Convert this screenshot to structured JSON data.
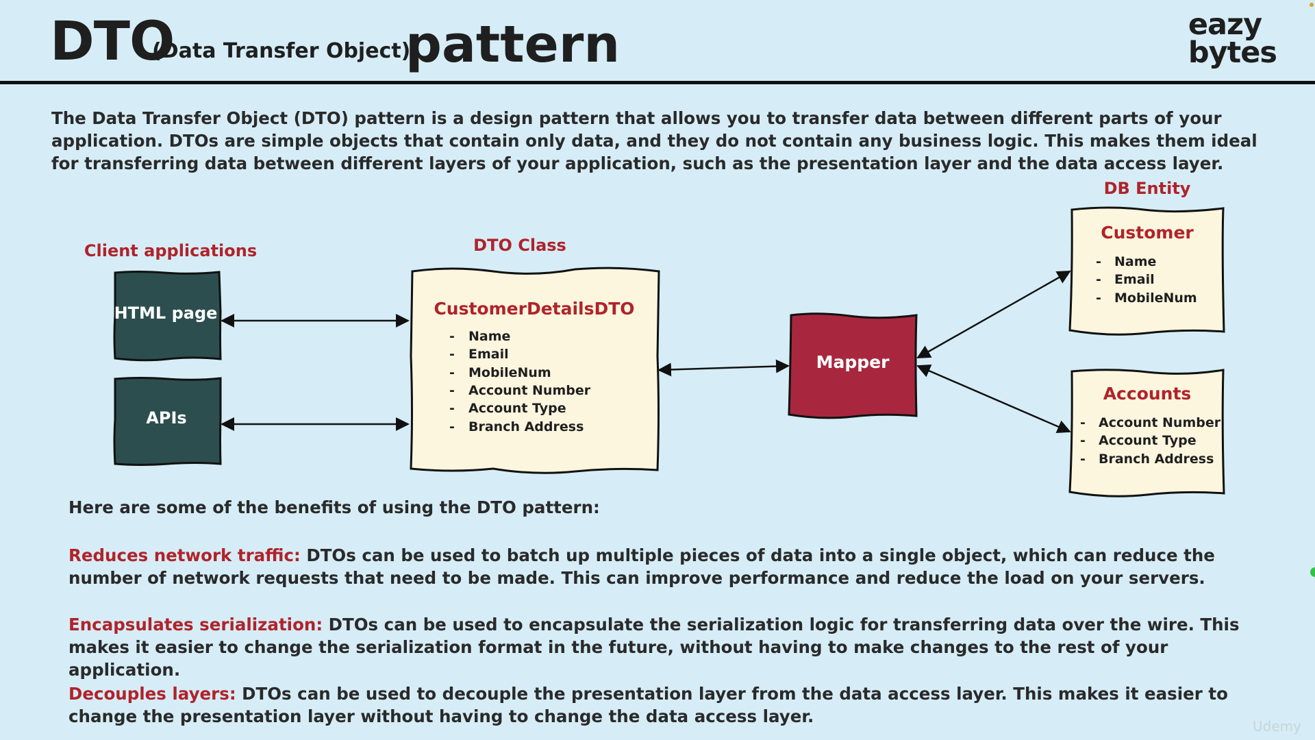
{
  "header": {
    "title_main": "DTO",
    "title_sub": "(Data Transfer Object)",
    "title_end": "pattern",
    "logo_line1": "eazy",
    "logo_line2": "bytes"
  },
  "intro": "The Data Transfer Object (DTO) pattern is a design pattern that allows you to transfer data between different parts of your application. DTOs are simple objects that contain only data, and they do not contain any business logic. This makes them ideal for transferring data between different layers of your application, such as the presentation layer and the data access layer.",
  "diagram": {
    "client_label": "Client applications",
    "html_page": "HTML page",
    "apis": "APIs",
    "dto_label": "DTO Class",
    "dto_title": "CustomerDetailsDTO",
    "dto_fields": [
      "Name",
      "Email",
      "MobileNum",
      "Account Number",
      "Account Type",
      "Branch Address"
    ],
    "mapper": "Mapper",
    "entity_label": "DB Entity",
    "customer_title": "Customer",
    "customer_fields": [
      "Name",
      "Email",
      "MobileNum"
    ],
    "accounts_title": "Accounts",
    "accounts_fields": [
      "Account Number",
      "Account Type",
      "Branch Address"
    ],
    "bullet": "-"
  },
  "benefits": {
    "intro": "Here are some of the benefits of using the DTO pattern:",
    "items": [
      {
        "heading": "Reduces network traffic:",
        "text": " DTOs can be used to batch up multiple pieces of data into a single object, which can reduce the number of network requests that need to be made. This can improve performance and reduce the load on your servers."
      },
      {
        "heading": "Encapsulates serialization:",
        "text": " DTOs can be used to encapsulate the serialization logic for transferring data over the wire. This makes it easier to change the serialization format in the future, without having to make changes to the rest of your application."
      },
      {
        "heading": "Decouples layers:",
        "text": " DTOs can be used to decouple the presentation layer from the data access layer. This makes it easier to change the presentation layer without having to change the data access layer."
      }
    ]
  },
  "watermark": "Udemy",
  "colors": {
    "background": "#d6edf7",
    "accent_red": "#b0232a",
    "dark_box": "#2c4e4e",
    "mapper_box": "#a8273f",
    "cream_box": "#fcf6df"
  }
}
